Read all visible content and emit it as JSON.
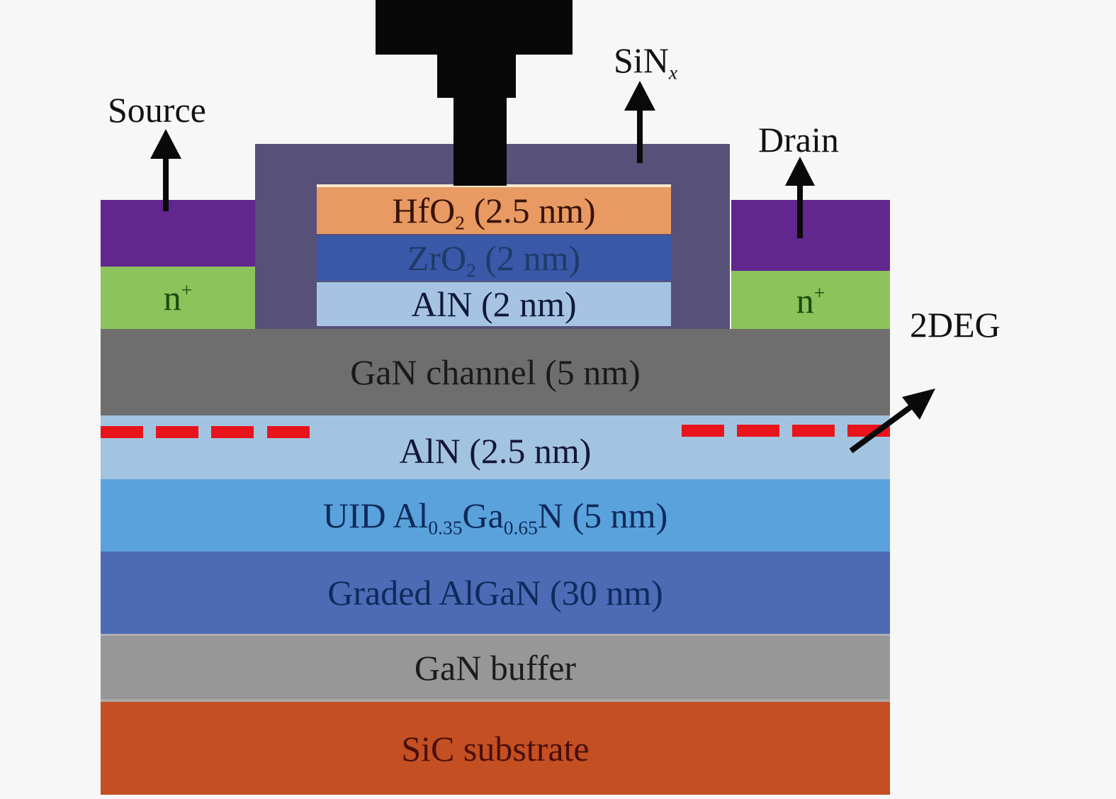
{
  "diagram": {
    "type": "HEMT cross-section",
    "labels": {
      "source": "Source",
      "drain": "Drain",
      "sinx_main": "SiN",
      "sinx_sub": "x",
      "two_deg": "2DEG"
    },
    "contacts": {
      "n_plus_main": "n",
      "n_plus_sup": "+"
    },
    "gate_stack": {
      "hfo2": {
        "main": "HfO",
        "sub": "2",
        "rest": " (2.5 nm)",
        "color": "#e89a62"
      },
      "zro2": {
        "main": "ZrO",
        "sub": "2",
        "rest": " (2 nm)",
        "color": "#3a58a8"
      },
      "aln_top": {
        "text": "AlN (2 nm)",
        "color": "#a6c4e2"
      }
    },
    "layers": [
      {
        "id": "gan-channel",
        "text": "GaN channel (5 nm)",
        "color": "#6e6e6e"
      },
      {
        "id": "aln-barrier",
        "text": "AlN (2.5 nm)",
        "color": "#a3c4e0"
      },
      {
        "id": "uid-algan",
        "parts": [
          "UID Al",
          "0.35",
          "Ga",
          "0.65",
          "N (5 nm)"
        ],
        "color": "#5aa2dc"
      },
      {
        "id": "graded-algan",
        "text": "Graded AlGaN (30 nm)",
        "color": "#4d6ab5"
      },
      {
        "id": "gan-buffer",
        "text": "GaN buffer",
        "color": "#979797"
      },
      {
        "id": "sic-substrate",
        "text": "SiC substrate",
        "color": "#c44f22"
      }
    ],
    "colors": {
      "metal_contact": "#62268f",
      "n_plus": "#8cc35a",
      "sinx": "#575078",
      "gate_metal": "#080808",
      "two_deg_dash": "#e8141c",
      "background": "#f7f7f7"
    }
  }
}
